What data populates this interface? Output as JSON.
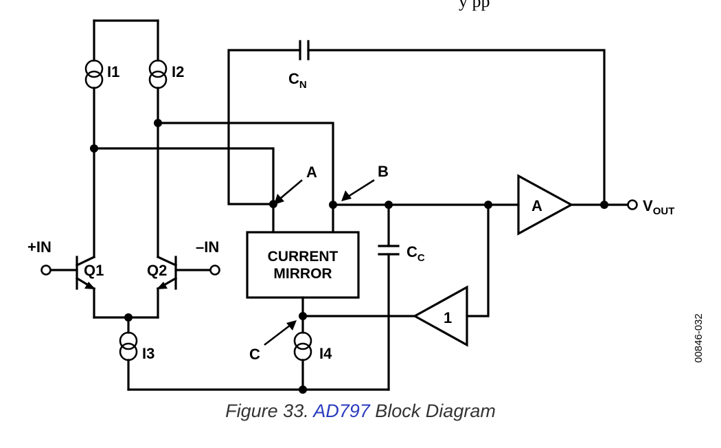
{
  "diagram": {
    "top_fragment": "y pp",
    "labels": {
      "i1": "I1",
      "i2": "I2",
      "i3": "I3",
      "i4": "I4",
      "cn_main": "C",
      "cn_sub": "N",
      "cc_main": "C",
      "cc_sub": "C",
      "q1": "Q1",
      "q2": "Q2",
      "plus_in": "+IN",
      "minus_in": "–IN",
      "node_a": "A",
      "node_b": "B",
      "node_c": "C",
      "vout_main": "V",
      "vout_sub": "OUT",
      "amp_a": "A",
      "buffer_1": "1",
      "current_mirror_line1": "CURRENT",
      "current_mirror_line2": "MIRROR",
      "figure_id": "00846-032"
    }
  },
  "caption": {
    "prefix": "Figure 33. ",
    "link": "AD797",
    "suffix": " Block Diagram",
    "link_color": "#2a3bbf"
  }
}
